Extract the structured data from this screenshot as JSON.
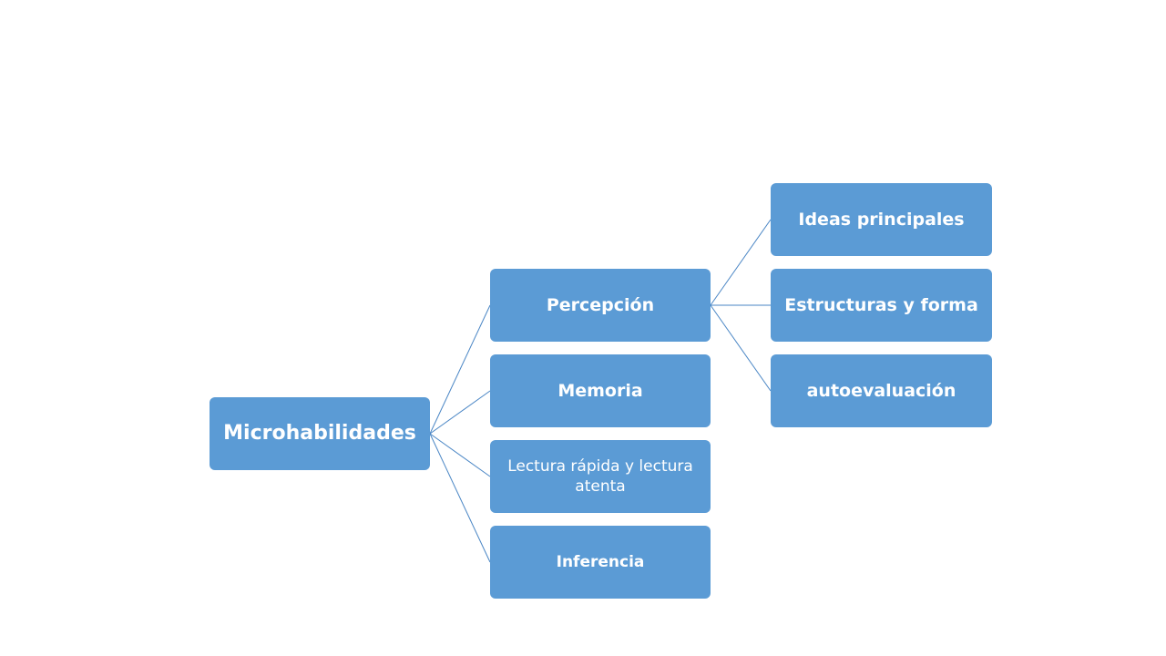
{
  "diagram": {
    "root": "Microhabilidades",
    "level1": [
      {
        "id": "percepcion",
        "label": "Percepción"
      },
      {
        "id": "memoria",
        "label": "Memoria"
      },
      {
        "id": "lectura",
        "label": "Lectura rápida y lectura atenta"
      },
      {
        "id": "inferencia",
        "label": "Inferencia"
      }
    ],
    "level2_percepcion": [
      {
        "id": "ideas",
        "label": "Ideas principales"
      },
      {
        "id": "estructuras",
        "label": "Estructuras y forma"
      },
      {
        "id": "autoeval",
        "label": "autoevaluación"
      }
    ]
  },
  "colors": {
    "node_fill": "#5B9BD5",
    "connector": "#4A86C5",
    "text": "#FFFFFF",
    "background": "#FFFFFF"
  }
}
